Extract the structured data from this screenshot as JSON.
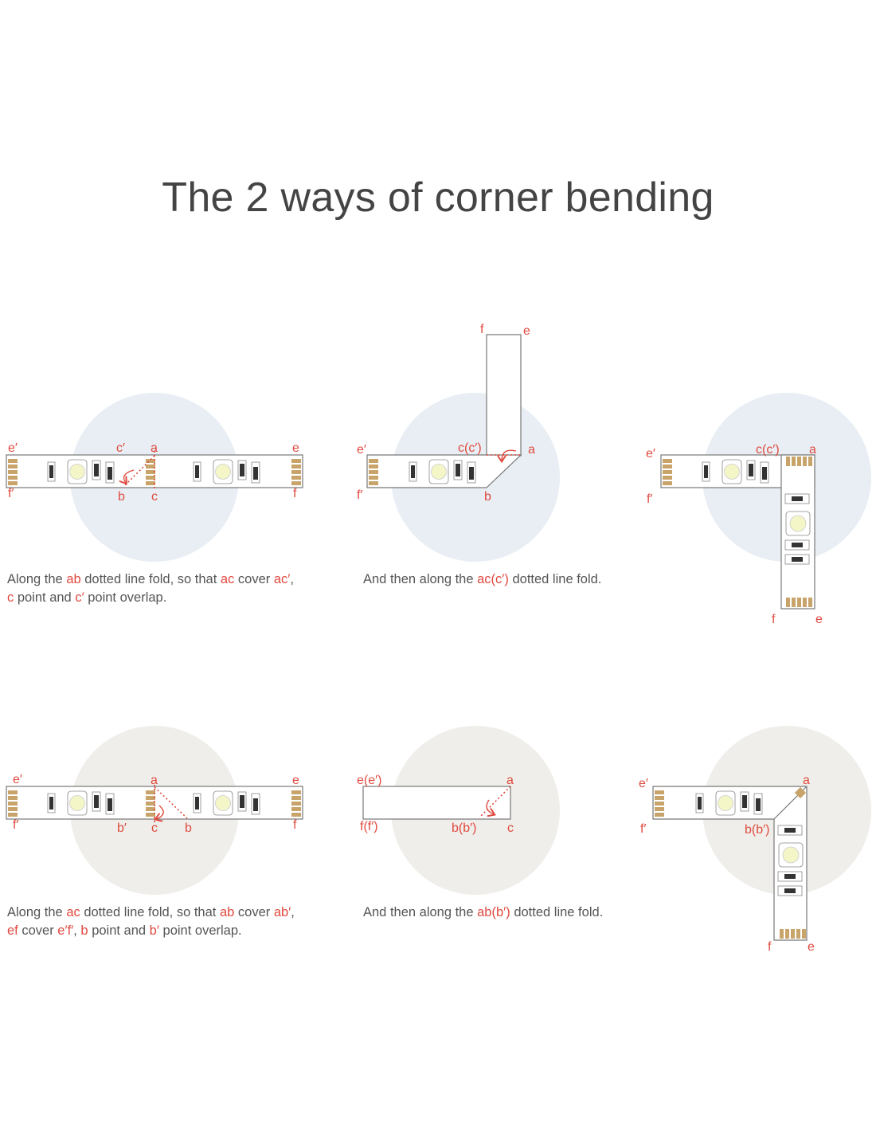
{
  "title": "The 2 ways of corner bending",
  "colors": {
    "accent": "#e04a3f",
    "text": "#555555",
    "circle_method1": "#e8eef3",
    "circle_method2": "#efeeea",
    "strip_border": "#777777",
    "copper_pad": "#c9a46a"
  },
  "method1": {
    "step1": {
      "labels": {
        "e_prime": "e′",
        "c_prime": "c′",
        "a": "a",
        "e": "e",
        "f_prime": "f′",
        "b": "b",
        "c": "c",
        "f": "f"
      },
      "caption": [
        {
          "t": "Along the ",
          "hl": false
        },
        {
          "t": "ab",
          "hl": true
        },
        {
          "t": " dotted line fold, so that ",
          "hl": false
        },
        {
          "t": "ac",
          "hl": true
        },
        {
          "t": " cover ",
          "hl": false
        },
        {
          "t": "ac′",
          "hl": true
        },
        {
          "t": ",",
          "hl": false
        },
        {
          "br": true
        },
        {
          "t": "c",
          "hl": true
        },
        {
          "t": " point and ",
          "hl": false
        },
        {
          "t": "c′",
          "hl": true
        },
        {
          "t": " point overlap.",
          "hl": false
        }
      ]
    },
    "step2": {
      "labels": {
        "f": "f",
        "e": "e",
        "e_prime": "e′",
        "cc_prime": "c(c′)",
        "a": "a",
        "f_prime": "f′",
        "b": "b"
      },
      "caption": [
        {
          "t": "And then along the ",
          "hl": false
        },
        {
          "t": "ac(c′)",
          "hl": true
        },
        {
          "t": " dotted line fold.",
          "hl": false
        }
      ]
    },
    "step3": {
      "labels": {
        "e_prime": "e′",
        "cc_prime": "c(c′)",
        "a": "a",
        "f_prime": "f′",
        "f": "f",
        "e": "e"
      }
    }
  },
  "method2": {
    "step1": {
      "labels": {
        "e_prime": "e′",
        "a": "a",
        "e": "e",
        "f_prime": "f′",
        "b_prime": "b′",
        "c": "c",
        "b": "b",
        "f": "f"
      },
      "caption": [
        {
          "t": "Along the ",
          "hl": false
        },
        {
          "t": "ac",
          "hl": true
        },
        {
          "t": " dotted line fold, so that ",
          "hl": false
        },
        {
          "t": "ab",
          "hl": true
        },
        {
          "t": " cover ",
          "hl": false
        },
        {
          "t": "ab′",
          "hl": true
        },
        {
          "t": ",",
          "hl": false
        },
        {
          "br": true
        },
        {
          "t": "ef",
          "hl": true
        },
        {
          "t": " cover ",
          "hl": false
        },
        {
          "t": "e′f′",
          "hl": true
        },
        {
          "t": ", ",
          "hl": false
        },
        {
          "t": "b",
          "hl": true
        },
        {
          "t": " point and ",
          "hl": false
        },
        {
          "t": "b′",
          "hl": true
        },
        {
          "t": " point overlap.",
          "hl": false
        }
      ]
    },
    "step2": {
      "labels": {
        "ee_prime": "e(e′)",
        "a": "a",
        "ff_prime": "f(f′)",
        "bb_prime": "b(b′)",
        "c": "c"
      },
      "caption": [
        {
          "t": "And then along the ",
          "hl": false
        },
        {
          "t": "ab(b′)",
          "hl": true
        },
        {
          "t": " dotted line fold.",
          "hl": false
        }
      ]
    },
    "step3": {
      "labels": {
        "e_prime": "e′",
        "a": "a",
        "f_prime": "f′",
        "bb_prime": "b(b′)",
        "f": "f",
        "e": "e"
      }
    }
  }
}
